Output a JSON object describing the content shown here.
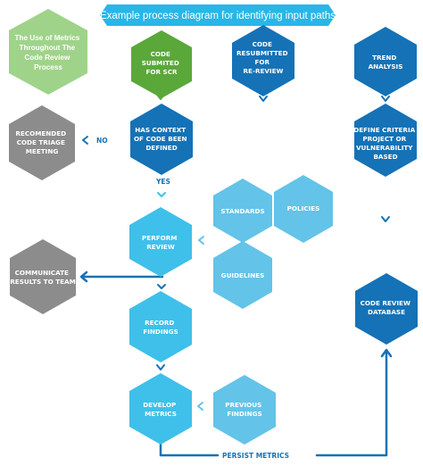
{
  "title": "Example process diagram for identifying input paths",
  "colors": {
    "title_bg": "#28b6e8",
    "green": "#5aa83a",
    "light_green": "#9fd38a",
    "dark_blue": "#1572b6",
    "mid_blue": "#2a95d3",
    "light_blue": "#3ec0ea",
    "pale_blue": "#63c3e8",
    "gray": "#8c8c8c",
    "arrow_gray": "#7a7a7a"
  },
  "nodes": {
    "metrics_process": {
      "lines": [
        "The Use of Metrics",
        "Throughout The",
        "Code Review",
        "Process"
      ]
    },
    "code_submitted": {
      "lines": [
        "CODE",
        "SUBMITED",
        "FOR SCR"
      ]
    },
    "code_resubmitted": {
      "lines": [
        "CODE",
        "RESUBMITTED",
        "FOR",
        "RE-REVIEW"
      ]
    },
    "trend_analysis": {
      "lines": [
        "TREND",
        "ANALYSIS"
      ]
    },
    "triage_meeting": {
      "lines": [
        "RECOMENDED",
        "CODE TRIAGE",
        "MEETING"
      ]
    },
    "has_context": {
      "lines": [
        "HAS CONTEXT",
        "OF CODE BEEN",
        "DEFINED"
      ]
    },
    "define_criteria": {
      "lines": [
        "DEFINE CRITERIA",
        "PROJECT OR",
        "VULNERABILITY",
        "BASED"
      ]
    },
    "standards": {
      "lines": [
        "STANDARDS"
      ]
    },
    "policies": {
      "lines": [
        "POLICIES"
      ]
    },
    "perform_review": {
      "lines": [
        "PERFORM",
        "REVIEW"
      ]
    },
    "guidelines": {
      "lines": [
        "GUIDELINES"
      ]
    },
    "communicate_results": {
      "lines": [
        "COMMUNICATE",
        "RESULTS TO TEAM"
      ]
    },
    "record_findings": {
      "lines": [
        "RECORD",
        "FINDINGS"
      ]
    },
    "code_review_db": {
      "lines": [
        "CODE REVIEW",
        "DATABASE"
      ]
    },
    "develop_metrics": {
      "lines": [
        "DEVELOP",
        "METRICS"
      ]
    },
    "previous_findings": {
      "lines": [
        "PREVIOUS",
        "FINDINGS"
      ]
    }
  },
  "edge_labels": {
    "no": "NO",
    "yes": "YES",
    "persist_metrics": "PERSIST METRICS"
  }
}
